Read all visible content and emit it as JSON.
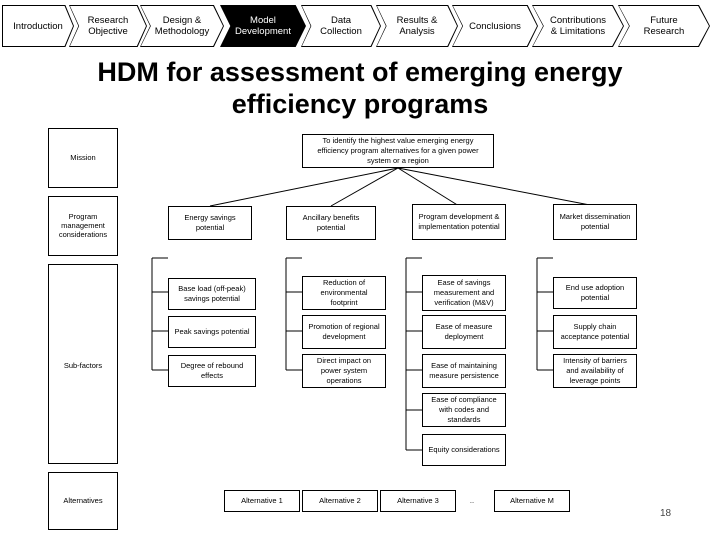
{
  "nav": {
    "items": [
      {
        "label": "Introduction"
      },
      {
        "label": "Research\nObjective"
      },
      {
        "label": "Design &\nMethodology"
      },
      {
        "label": "Model\nDevelopment"
      },
      {
        "label": "Data\nCollection"
      },
      {
        "label": "Results &\nAnalysis"
      },
      {
        "label": "Conclusions"
      },
      {
        "label": "Contributions\n& Limitations"
      },
      {
        "label": "Future\nResearch"
      }
    ]
  },
  "title": "HDM for assessment of emerging energy efficiency programs",
  "levels": {
    "mission": "Mission",
    "program": "Program management considerations",
    "subfactors": "Sub-factors",
    "alternatives": "Alternatives"
  },
  "mission_text": "To identify the highest value emerging energy efficiency program alternatives for a given power system or a region",
  "criteria": [
    "Energy savings potential",
    "Ancillary benefits potential",
    "Program development & implementation potential",
    "Market dissemination potential"
  ],
  "subfactors": {
    "col1": [
      "Base load (off-peak) savings potential",
      "Peak savings potential",
      "Degree of rebound effects"
    ],
    "col2": [
      "Reduction of environmental footprint",
      "Promotion of regional development",
      "Direct impact on power system operations"
    ],
    "col3": [
      "Ease of savings measurement and verification (M&V)",
      "Ease of measure deployment",
      "Ease of maintaining measure persistence",
      "Ease of compliance with codes and standards",
      "Equity considerations"
    ],
    "col4": [
      "End use adoption potential",
      "Supply chain acceptance potential",
      "Intensity of barriers and availability of leverage points"
    ]
  },
  "alternatives": [
    "Alternative 1",
    "Alternative 2",
    "Alternative 3",
    "..",
    "Alternative M"
  ],
  "page_number": "18"
}
